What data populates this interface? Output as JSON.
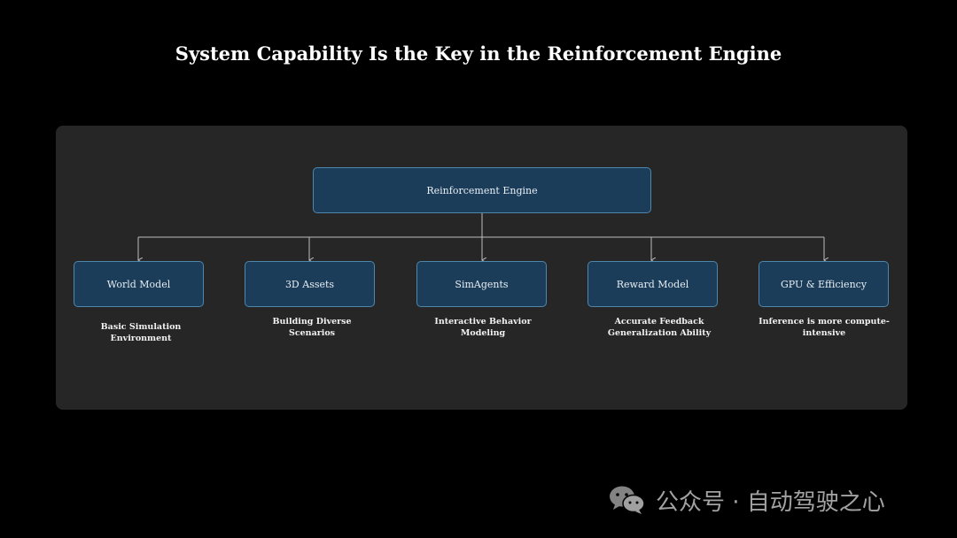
{
  "title": "System Capability Is the Key in the Reinforcement Engine",
  "root": {
    "label": "Reinforcement Engine"
  },
  "children": [
    {
      "label": "World Model",
      "description": "Basic Simulation\nEnvironment"
    },
    {
      "label": "3D Assets",
      "description": "Building Diverse\nScenarios"
    },
    {
      "label": "SimAgents",
      "description": "Interactive Behavior\nModeling"
    },
    {
      "label": "Reward Model",
      "description": "Accurate Feedback\nGeneralization Ability"
    },
    {
      "label": "GPU & Efficiency",
      "description": "Inference is more compute-\nintensive"
    }
  ],
  "watermark": {
    "text": "公众号 · 自动驾驶之心",
    "icon": "wechat-icon"
  },
  "colors": {
    "background": "#000000",
    "panel": "#262626",
    "node_fill": "#1b3d59",
    "node_border": "#4f86ac",
    "connector": "#bdbdbd"
  }
}
